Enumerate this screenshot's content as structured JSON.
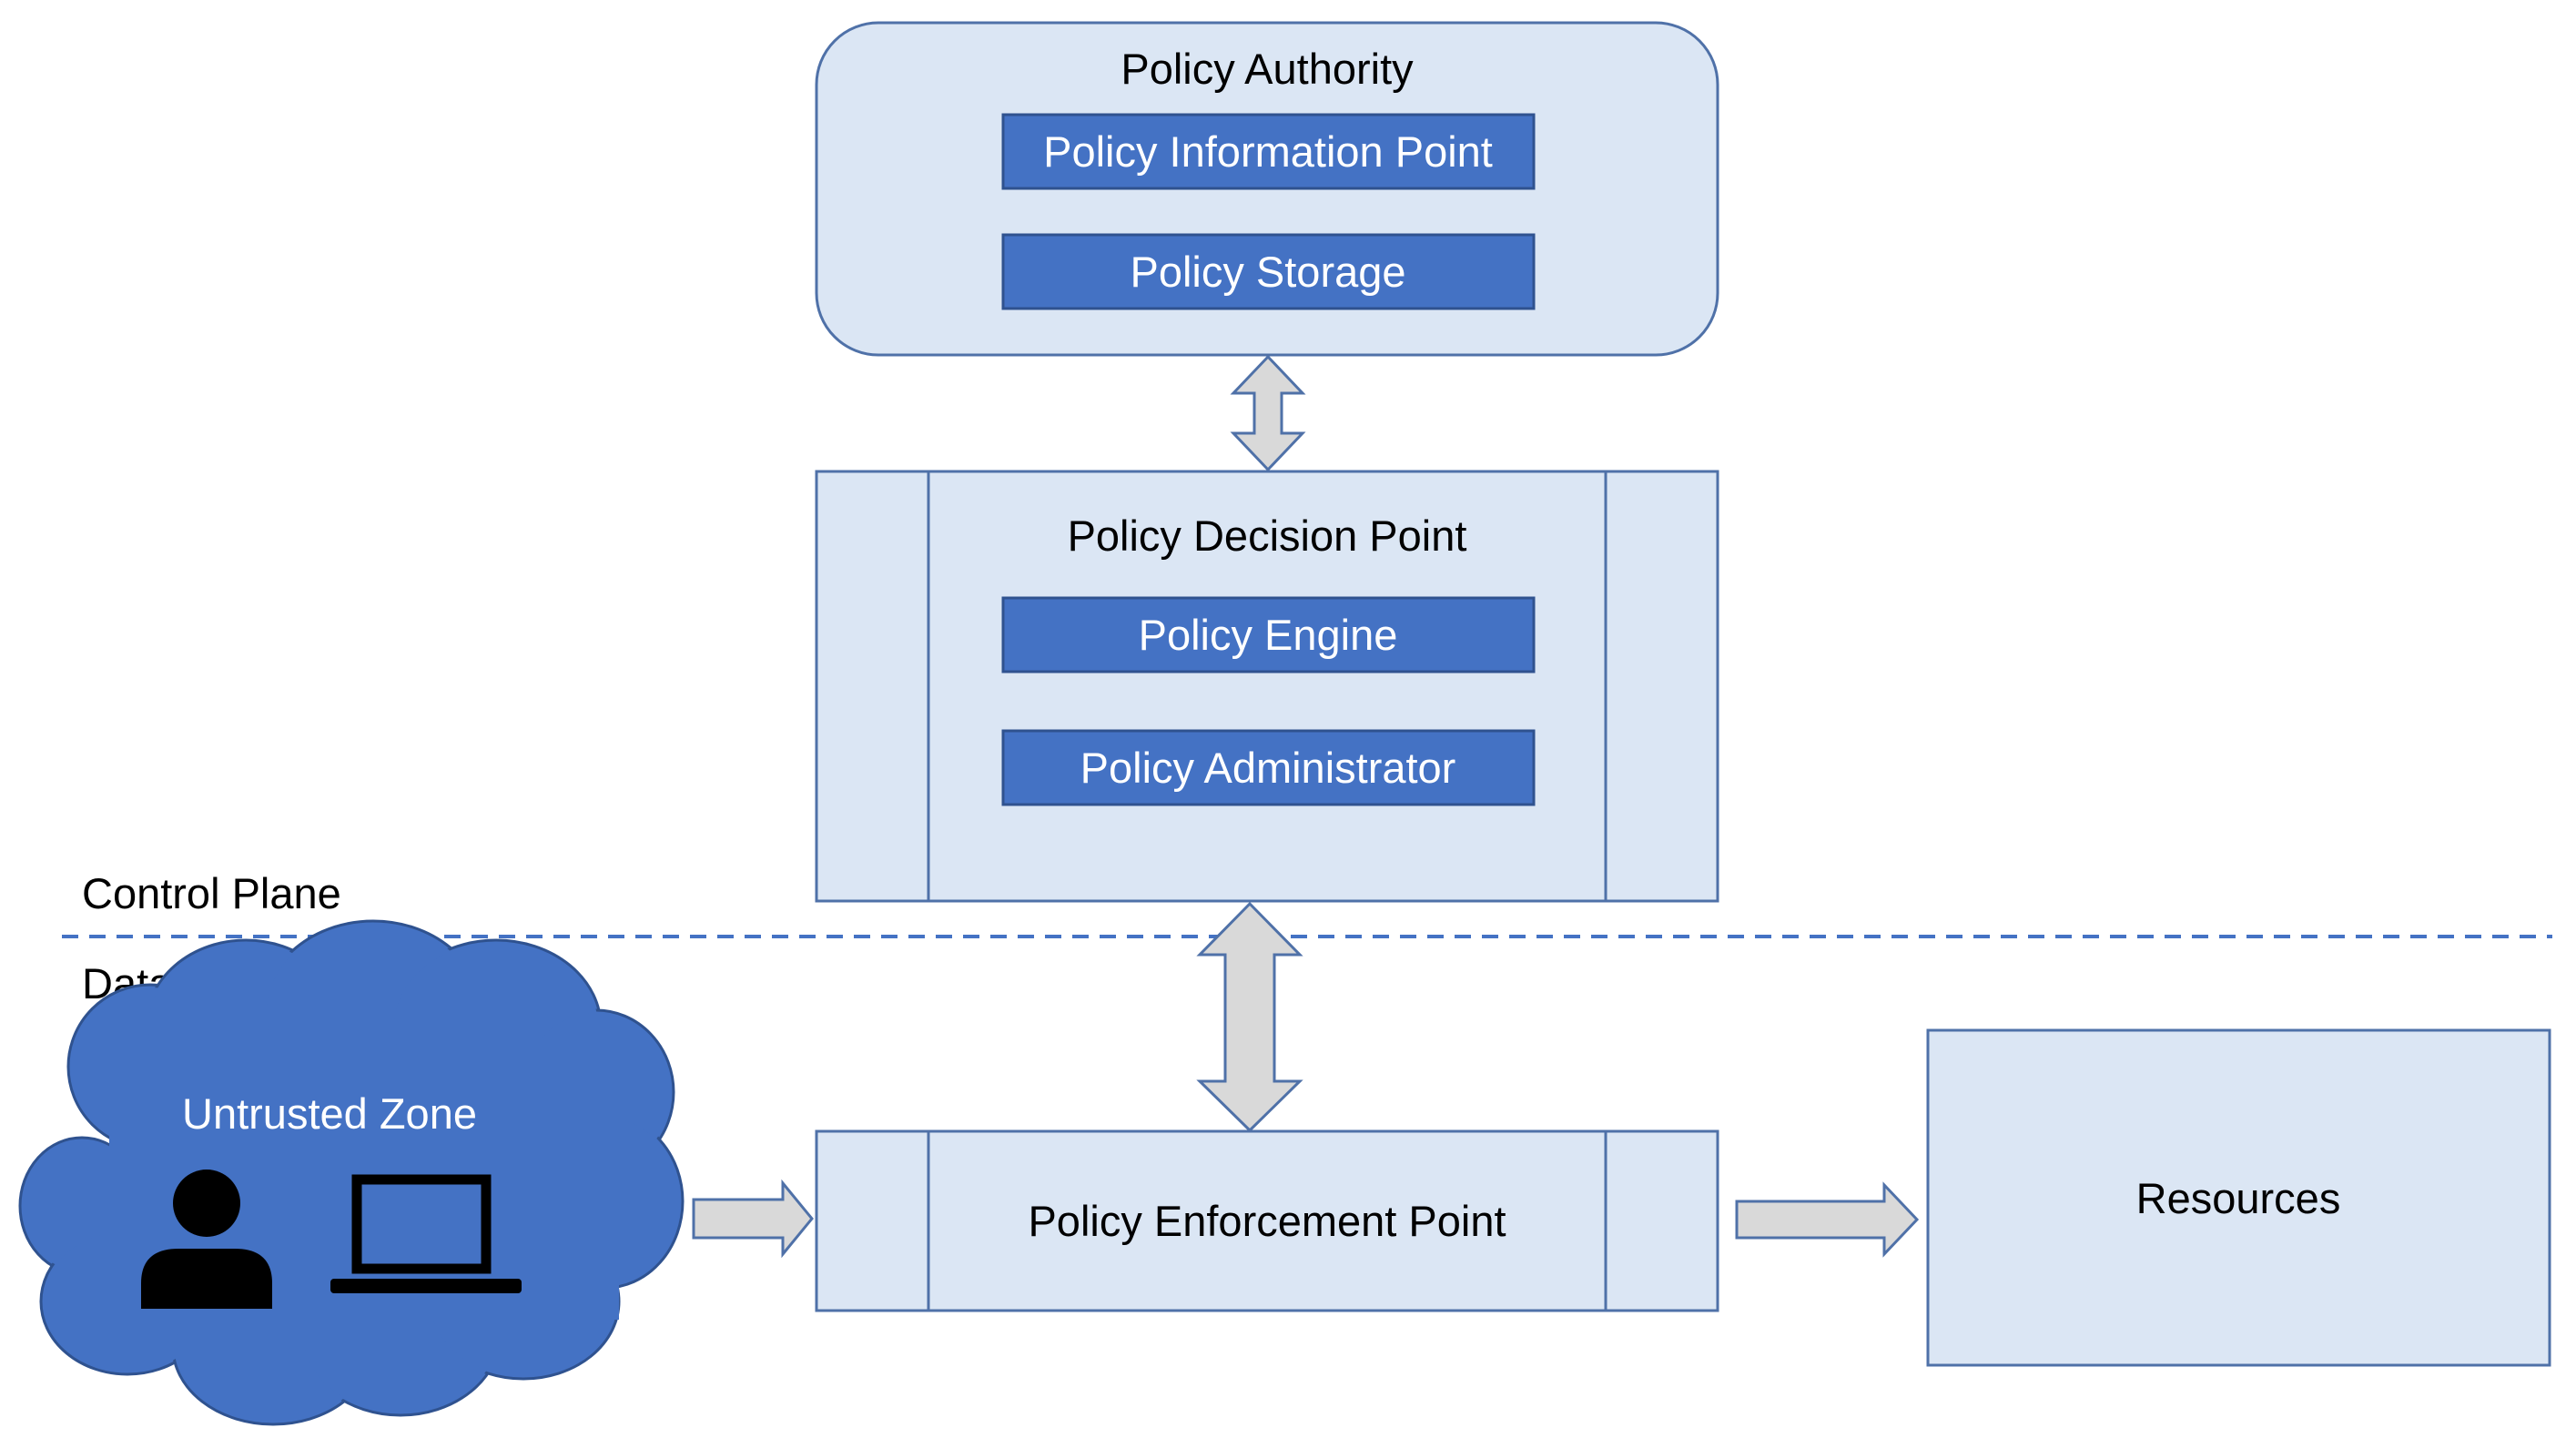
{
  "diagram": {
    "policy_authority": {
      "title": "Policy Authority",
      "items": [
        "Policy Information Point",
        "Policy Storage"
      ]
    },
    "policy_decision_point": {
      "title": "Policy Decision Point",
      "items": [
        "Policy Engine",
        "Policy Administrator"
      ]
    },
    "planes": {
      "control": "Control Plane",
      "data": "Data Plane"
    },
    "untrusted_zone": {
      "label": "Untrusted Zone"
    },
    "policy_enforcement_point": {
      "label": "Policy Enforcement Point"
    },
    "resources": {
      "label": "Resources"
    },
    "colors": {
      "box_fill": "#dbe6f4",
      "box_stroke": "#4f71a8",
      "inner_fill": "#4472c4",
      "inner_stroke": "#2f528f",
      "cloud_fill": "#4472c4",
      "arrow_fill": "#d9d9d9",
      "arrow_stroke": "#4f71a8",
      "divider": "#4472c4"
    }
  }
}
